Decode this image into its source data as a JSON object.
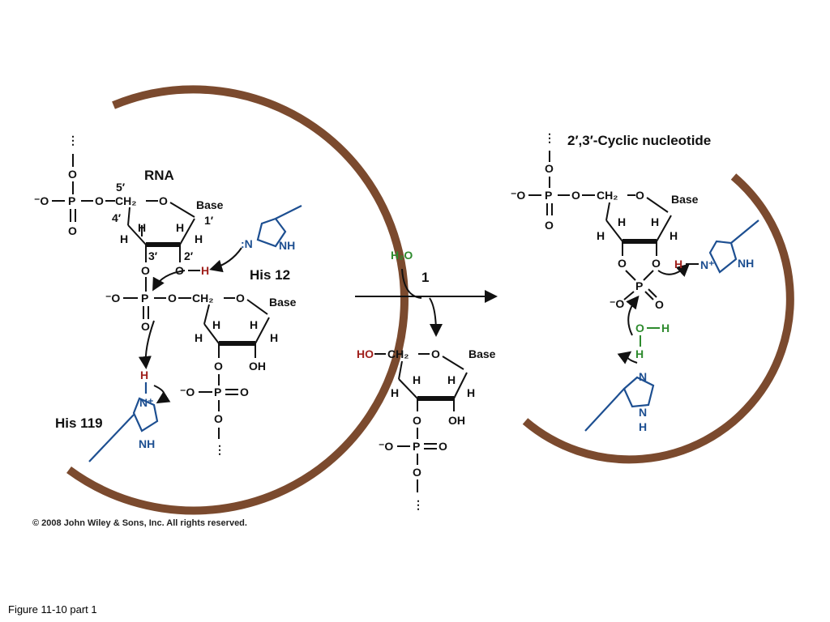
{
  "labels": {
    "rna": "RNA",
    "product_title": "2′,3′-Cyclic nucleotide",
    "his12": "His 12",
    "his119": "His 119",
    "step_number": "1",
    "water": "H₂O"
  },
  "atoms": {
    "base": "Base",
    "o": "O",
    "h": "H",
    "oh": "OH",
    "p": "P",
    "ch2": "CH₂",
    "o_minus": "⁻O",
    "ho": "HO",
    "nh": "NH",
    "n": "N",
    "n_plus": "N⁺",
    "n_colon": ":N",
    "ellipsis": "⋮",
    "c5": "5′",
    "c4": "4′",
    "c3": "3′",
    "c2": "2′",
    "c1": "1′"
  },
  "colors": {
    "enzyme_ring": "#7b4a2e",
    "imidazole": "#1d4f91",
    "water": "#2e8b2e",
    "proton": "#a0201c"
  },
  "copyright": "© 2008 John Wiley & Sons, Inc. All rights reserved.",
  "caption": "Figure 11-10 part 1"
}
